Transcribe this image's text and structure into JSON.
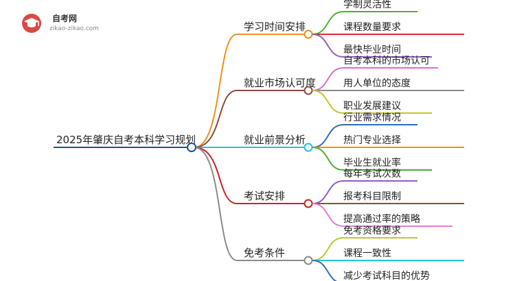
{
  "logo": {
    "title": "自考网",
    "url": "zikao-zikao.com"
  },
  "root": {
    "label": "2025年肇庆自考本科学习规划",
    "color": "#1f4f99"
  },
  "branches": [
    {
      "label": "学习时间安排",
      "color": "#f28e1c",
      "children": [
        {
          "label": "学制灵活性",
          "color": "#4cae33"
        },
        {
          "label": "课程数量要求",
          "color": "#e0282a"
        },
        {
          "label": "最快毕业时间",
          "color": "#8e5cc2"
        }
      ]
    },
    {
      "label": "就业市场认可度",
      "color": "#8b4a3a",
      "children": [
        {
          "label": "自考本科的市场认可",
          "color": "#d66fc7"
        },
        {
          "label": "用人单位的态度",
          "color": "#8a8a8a"
        },
        {
          "label": "职业发展建议",
          "color": "#c3c52b"
        }
      ]
    },
    {
      "label": "就业前景分析",
      "color": "#22c3dd",
      "children": [
        {
          "label": "行业需求情况",
          "color": "#2c6fb5"
        },
        {
          "label": "热门专业选择",
          "color": "#f28e1c"
        },
        {
          "label": "毕业生就业率",
          "color": "#4cae33"
        }
      ]
    },
    {
      "label": "考试安排",
      "color": "#d11f1f",
      "children": [
        {
          "label": "每年考试次数",
          "color": "#8e5cc2"
        },
        {
          "label": "报考科目限制",
          "color": "#8b4a3a"
        },
        {
          "label": "提高通过率的策略",
          "color": "#e87ad6"
        }
      ]
    },
    {
      "label": "免考条件",
      "color": "#8a8a8a",
      "children": [
        {
          "label": "免考资格要求",
          "color": "#c3c52b"
        },
        {
          "label": "课程一致性",
          "color": "#22c3dd"
        },
        {
          "label": "减少考试科目的优势",
          "color": "#2c6fb5"
        }
      ]
    }
  ]
}
